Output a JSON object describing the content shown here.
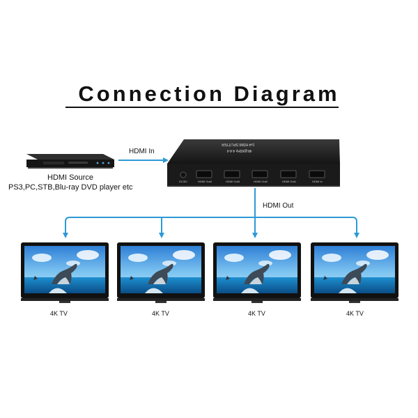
{
  "title": "Connection Diagram",
  "labels": {
    "hdmi_in": "HDMI  In",
    "hdmi_out": "HDMI Out",
    "source_name": "HDMI Source",
    "source_desc": "PS3,PC,STB,Blu-ray DVD player etc",
    "tv": [
      "4K TV",
      "4K TV",
      "4K TV",
      "4K TV"
    ]
  },
  "splitter": {
    "name": "1x4 HDMI SPLITTER",
    "subtitle": "4K@60Hz 4:4:4",
    "ports": [
      "DC/5V",
      "HDMI Out4",
      "HDMI Out3",
      "HDMI Out2",
      "HDMI Out1",
      "HDMI In"
    ]
  },
  "colors": {
    "arrow": "#2c9ad6",
    "device": "#1c1c1c"
  }
}
